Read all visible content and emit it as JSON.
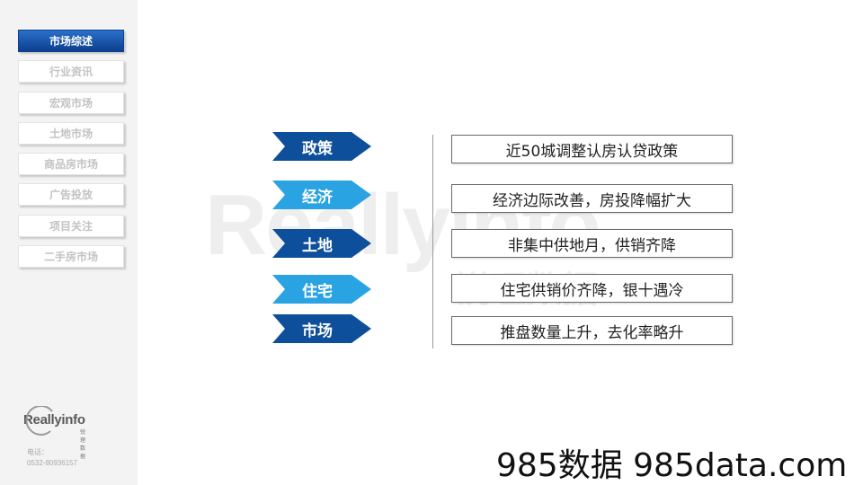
{
  "sidebar": {
    "items": [
      {
        "label": "市场综述",
        "active": true
      },
      {
        "label": "行业资讯",
        "active": false
      },
      {
        "label": "宏观市场",
        "active": false
      },
      {
        "label": "土地市场",
        "active": false
      },
      {
        "label": "商品房市场",
        "active": false
      },
      {
        "label": "广告投放",
        "active": false
      },
      {
        "label": "项目关注",
        "active": false
      },
      {
        "label": "二手房市场",
        "active": false
      }
    ],
    "logo_text": "Reallyinfo",
    "logo_sub": "锐理数据",
    "phone_label": "电话：",
    "phone_number": "0532-80936157"
  },
  "watermark": {
    "text": "Reallyinfo",
    "sub": "锐理数据"
  },
  "rows": [
    {
      "tag": "政策",
      "text": "近50城调整认房认贷政策",
      "color": "#0d4f9a"
    },
    {
      "tag": "经济",
      "text": "经济边际改善，房投降幅扩大",
      "color": "#2aa3e3"
    },
    {
      "tag": "土地",
      "text": "非集中供地月，供销齐降",
      "color": "#0d4f9a"
    },
    {
      "tag": "住宅",
      "text": "住宅供销价齐降，银十遇冷",
      "color": "#2aa3e3"
    },
    {
      "tag": "市场",
      "text": "推盘数量上升，去化率略升",
      "color": "#0d4f9a"
    }
  ],
  "footer_watermark": "985数据 985data.com",
  "colors": {
    "dark_blue": "#0d4f9a",
    "light_blue": "#2aa3e3",
    "nav_active": "#1a56b0",
    "nav_inactive_text": "#c3c3c3"
  }
}
